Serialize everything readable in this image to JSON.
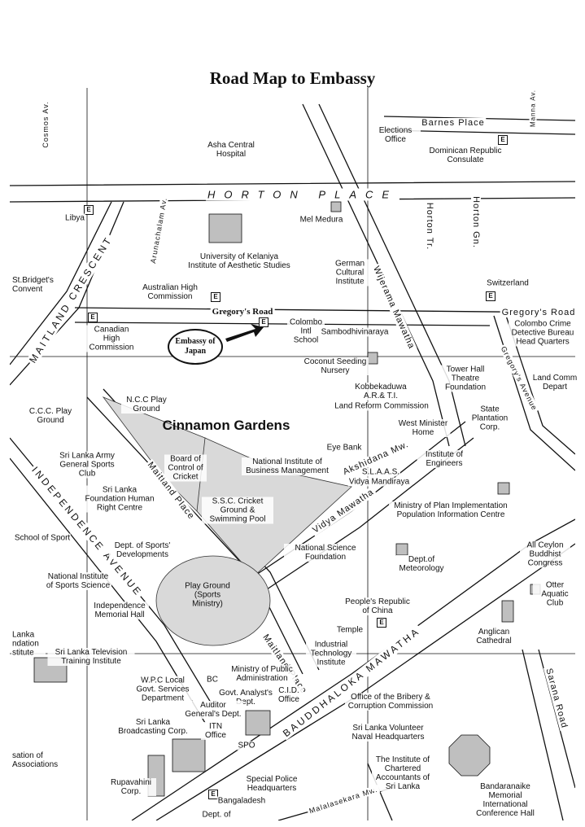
{
  "title": "Road Map to Embassy",
  "map": {
    "roads": [
      {
        "key": "horton",
        "label": "HORTON PLACE"
      },
      {
        "key": "maitland-crescent",
        "label": "MAITLAND CRESCENT"
      },
      {
        "key": "independence",
        "label": "INDEPENDENCE AVENUE"
      },
      {
        "key": "bauddhaloka",
        "label": "BAUDDHALOKA MAWATHA"
      },
      {
        "key": "gregorys",
        "label": "Gregory's Road"
      },
      {
        "key": "gregorys-east",
        "label": "Gregory's Road"
      },
      {
        "key": "barnes",
        "label": "Barnes Place"
      },
      {
        "key": "wijerama",
        "label": "Wijerama Mawatha"
      },
      {
        "key": "vidya",
        "label": "Vidya Mawatha"
      },
      {
        "key": "maitland-place",
        "label": "Maitland Place"
      },
      {
        "key": "maitland-place-s",
        "label": "Maitland Place"
      },
      {
        "key": "gregorys-avenue",
        "label": "Gregory's Avenue"
      },
      {
        "key": "sarana",
        "label": "Sarana Road"
      },
      {
        "key": "horton-tr",
        "label": "Horton Tr."
      },
      {
        "key": "horton-gn",
        "label": "Horton Gn."
      },
      {
        "key": "cosmos",
        "label": "Cosmos Av."
      },
      {
        "key": "arunachalam",
        "label": "Arunachalam Av."
      },
      {
        "key": "manna",
        "label": "Manna Av."
      },
      {
        "key": "akshidana",
        "label": "Akshidana Mw."
      },
      {
        "key": "malalasekara",
        "label": "Malalasekara Mw."
      }
    ],
    "embassy_label": "Embassy of Japan",
    "area_label": "Cinnamon Gardens",
    "places": [
      {
        "key": "asha",
        "text": "Asha Central Hospital"
      },
      {
        "key": "elections",
        "text": "Elections Office"
      },
      {
        "key": "dominican",
        "text": "Dominican Republic Consulate"
      },
      {
        "key": "libya",
        "text": "Libya"
      },
      {
        "key": "mel-medura",
        "text": "Mel Medura"
      },
      {
        "key": "kelaniya",
        "text": "University of Kelaniya Institute of Aesthetic Studies"
      },
      {
        "key": "german",
        "text": "German Cultural Institute"
      },
      {
        "key": "switzerland",
        "text": "Switzerland"
      },
      {
        "key": "st-bridgets",
        "text": "St.Bridget's Convent"
      },
      {
        "key": "australian",
        "text": "Australian High Commission"
      },
      {
        "key": "canadian",
        "text": "Canadian High Commission"
      },
      {
        "key": "colombo-intl",
        "text": "Colombo Intl School"
      },
      {
        "key": "sambodhi",
        "text": "Sambodhivinaraya"
      },
      {
        "key": "cid-crime",
        "text": "Colombo Crime Detective Bureau Head Quarters"
      },
      {
        "key": "coconut",
        "text": "Coconut Seeding Nursery"
      },
      {
        "key": "tower-hall",
        "text": "Tower Hall Theatre Foundation"
      },
      {
        "key": "land-comm",
        "text": "Land Comm Depart"
      },
      {
        "key": "ccc",
        "text": "C.C.C. Play Ground"
      },
      {
        "key": "ncc",
        "text": "N.C.C Play Ground"
      },
      {
        "key": "kobbekaduwa",
        "text": "Kobbekaduwa A.R.& T.I."
      },
      {
        "key": "land-reform",
        "text": "Land Reform Commission"
      },
      {
        "key": "state-plantation",
        "text": "State Plantation Corp."
      },
      {
        "key": "west-minister",
        "text": "West Minister Home"
      },
      {
        "key": "army",
        "text": "Sri Lanka Army General Sports Club"
      },
      {
        "key": "cricket",
        "text": "Board of Control of Cricket"
      },
      {
        "key": "nibm",
        "text": "National Institute of Business Management"
      },
      {
        "key": "eye-bank",
        "text": "Eye Bank"
      },
      {
        "key": "engineers",
        "text": "Institute of Engineers"
      },
      {
        "key": "slaas",
        "text": "S.L.A.A.S."
      },
      {
        "key": "vidya-mandiraya",
        "text": "Vidya Mandiraya"
      },
      {
        "key": "human-right",
        "text": "Sri Lanka Foundation Human Right Centre"
      },
      {
        "key": "ssc",
        "text": "S.S.C. Cricket Ground & Swimming Pool"
      },
      {
        "key": "plan-impl",
        "text": "Ministry of Plan Implementation Population Information Centre"
      },
      {
        "key": "school-sport",
        "text": "School of Sport"
      },
      {
        "key": "dept-sports",
        "text": "Dept. of Sports' Developments"
      },
      {
        "key": "science-found",
        "text": "National Science Foundation"
      },
      {
        "key": "meteorology",
        "text": "Dept.of Meteorology"
      },
      {
        "key": "buddhist",
        "text": "All Ceylon Buddhist Congress"
      },
      {
        "key": "nis",
        "text": "National Institute of Sports Science"
      },
      {
        "key": "indep-hall",
        "text": "Independence Memorial Hall"
      },
      {
        "key": "play-ground",
        "text": "Play Ground (Sports Ministry)"
      },
      {
        "key": "china",
        "text": "People's Republic of China"
      },
      {
        "key": "otter",
        "text": "Otter Aquatic Club"
      },
      {
        "key": "temple",
        "text": "Temple"
      },
      {
        "key": "itech",
        "text": "Industrial Technology Institute"
      },
      {
        "key": "anglican",
        "text": "Anglican Cathedral"
      },
      {
        "key": "sltv",
        "text": "Sri Lanka Television Training Institute"
      },
      {
        "key": "wpc",
        "text": "W.P.C Local Govt. Services Department"
      },
      {
        "key": "bc",
        "text": "BC"
      },
      {
        "key": "public-admin",
        "text": "Ministry of Public Administration"
      },
      {
        "key": "cid-office",
        "text": "C.I.D. Office"
      },
      {
        "key": "analyst",
        "text": "Govt. Analyst's Dept."
      },
      {
        "key": "bribery",
        "text": "Office of the Bribery & Corruption Commission"
      },
      {
        "key": "auditor",
        "text": "Auditor General's Dept."
      },
      {
        "key": "slbc",
        "text": "Sri Lanka Broadcasting Corp."
      },
      {
        "key": "itn",
        "text": "ITN Office"
      },
      {
        "key": "spo",
        "text": "SPO"
      },
      {
        "key": "naval",
        "text": "Sri Lanka Volunteer Naval Headquarters"
      },
      {
        "key": "chartered",
        "text": "The Institute of Chartered Accountants of Sri Lanka"
      },
      {
        "key": "special-police",
        "text": "Special Police Headquarters"
      },
      {
        "key": "rupavahini",
        "text": "Rupavahini Corp."
      },
      {
        "key": "bangaladesh",
        "text": "Bangaladesh"
      },
      {
        "key": "dept-of",
        "text": "Dept. of"
      },
      {
        "key": "bmich",
        "text": "Bandaranaike Memorial International Conference Hall"
      },
      {
        "key": "associations",
        "text": "sation of Associations"
      },
      {
        "key": "lanka-ndation",
        "text": "Lanka ndation stitute"
      }
    ]
  }
}
